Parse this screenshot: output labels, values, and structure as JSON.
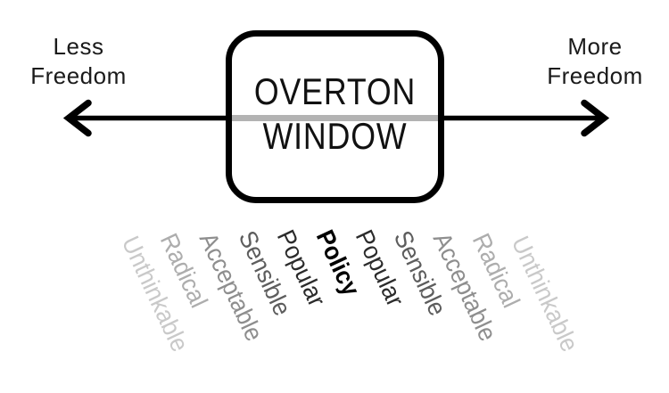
{
  "axis": {
    "left_label_line1": "Less",
    "left_label_line2": "Freedom",
    "right_label_line1": "More",
    "right_label_line2": "Freedom"
  },
  "window_box": {
    "line1": "OVERTON",
    "line2": "WINDOW"
  },
  "spectrum": {
    "labels": [
      {
        "text": "Unthinkable",
        "color": "#c9c9c9",
        "bold": false
      },
      {
        "text": "Radical",
        "color": "#adadad",
        "bold": false
      },
      {
        "text": "Acceptable",
        "color": "#8e8e8e",
        "bold": false
      },
      {
        "text": "Sensible",
        "color": "#5d5d5d",
        "bold": false
      },
      {
        "text": "Popular",
        "color": "#2b2b2b",
        "bold": false
      },
      {
        "text": "Policy",
        "color": "#000000",
        "bold": true
      },
      {
        "text": "Popular",
        "color": "#2b2b2b",
        "bold": false
      },
      {
        "text": "Sensible",
        "color": "#5d5d5d",
        "bold": false
      },
      {
        "text": "Acceptable",
        "color": "#8e8e8e",
        "bold": false
      },
      {
        "text": "Radical",
        "color": "#adadad",
        "bold": false
      },
      {
        "text": "Unthinkable",
        "color": "#c9c9c9",
        "bold": false
      }
    ]
  },
  "colors": {
    "arrow": "#000000",
    "window_divider": "#b3b3b3",
    "background": "#ffffff"
  }
}
